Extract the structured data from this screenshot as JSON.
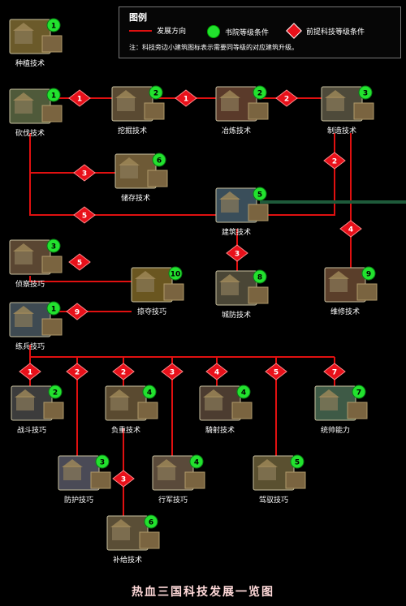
{
  "legend": {
    "title": "图例",
    "direction_label": "发展方向",
    "academy_label": "书院等级条件",
    "prereq_label": "前提科技等级条件",
    "note": "注：科技旁边小建筑图标表示需要同等级的对应建筑升级。"
  },
  "footer": "热血三国科技发展一览图",
  "colors": {
    "line": "#e01010",
    "academy": "#22e22e",
    "prereq": "#e8101a",
    "background": "#000000"
  },
  "nodes": [
    {
      "id": "planting",
      "label": "种植技术",
      "level": "1",
      "icon": "farm-icon"
    },
    {
      "id": "logging",
      "label": "砍伐技术",
      "level": "1",
      "icon": "axe-icon"
    },
    {
      "id": "mining",
      "label": "挖掘技术",
      "level": "2",
      "icon": "ore-icon"
    },
    {
      "id": "smelting",
      "label": "冶炼技术",
      "level": "2",
      "icon": "furnace-icon"
    },
    {
      "id": "manufacturing",
      "label": "制造技术",
      "level": "3",
      "icon": "workshop-icon"
    },
    {
      "id": "storage",
      "label": "储存技术",
      "level": "6",
      "icon": "crates-icon"
    },
    {
      "id": "construction",
      "label": "建筑技术",
      "level": "5",
      "icon": "scaffold-icon"
    },
    {
      "id": "scouting",
      "label": "侦察技巧",
      "level": "3",
      "icon": "scout-icon"
    },
    {
      "id": "plunder",
      "label": "掠夺技巧",
      "level": "10",
      "icon": "treasure-icon"
    },
    {
      "id": "fortification",
      "label": "城防技术",
      "level": "8",
      "icon": "tower-icon"
    },
    {
      "id": "repair",
      "label": "维修技术",
      "level": "9",
      "icon": "gate-icon"
    },
    {
      "id": "training",
      "label": "练兵技巧",
      "level": "1",
      "icon": "soldiers-icon"
    },
    {
      "id": "combat",
      "label": "战斗技巧",
      "level": "2",
      "icon": "spears-icon"
    },
    {
      "id": "burden",
      "label": "负重技术",
      "level": "4",
      "icon": "cart-icon"
    },
    {
      "id": "archery",
      "label": "騎射技术",
      "level": "4",
      "icon": "archer-icon"
    },
    {
      "id": "command",
      "label": "统帅能力",
      "level": "7",
      "icon": "fortress-icon"
    },
    {
      "id": "defense",
      "label": "防护技巧",
      "level": "3",
      "icon": "shield-icon"
    },
    {
      "id": "march",
      "label": "行军技巧",
      "level": "4",
      "icon": "march-icon"
    },
    {
      "id": "riding",
      "label": "驾驭技巧",
      "level": "5",
      "icon": "horse-icon"
    },
    {
      "id": "supply",
      "label": "补给技术",
      "level": "6",
      "icon": "sacks-icon"
    }
  ],
  "prereqs": [
    {
      "id": "p-log-mine",
      "value": "1"
    },
    {
      "id": "p-mine-smelt",
      "value": "1"
    },
    {
      "id": "p-smelt-manu",
      "value": "2"
    },
    {
      "id": "p-log-storage",
      "value": "3"
    },
    {
      "id": "p-log-construct",
      "value": "5"
    },
    {
      "id": "p-manu-construct",
      "value": "2"
    },
    {
      "id": "p-construct-fort",
      "value": "3"
    },
    {
      "id": "p-manu-repair",
      "value": "4"
    },
    {
      "id": "p-scout-plunder",
      "value": "5"
    },
    {
      "id": "p-train-plunder",
      "value": "9"
    },
    {
      "id": "p-combat",
      "value": "1"
    },
    {
      "id": "p-defense",
      "value": "2"
    },
    {
      "id": "p-burden",
      "value": "2"
    },
    {
      "id": "p-march",
      "value": "3"
    },
    {
      "id": "p-archery",
      "value": "4"
    },
    {
      "id": "p-riding",
      "value": "5"
    },
    {
      "id": "p-command",
      "value": "7"
    },
    {
      "id": "p-supply",
      "value": "3"
    }
  ]
}
